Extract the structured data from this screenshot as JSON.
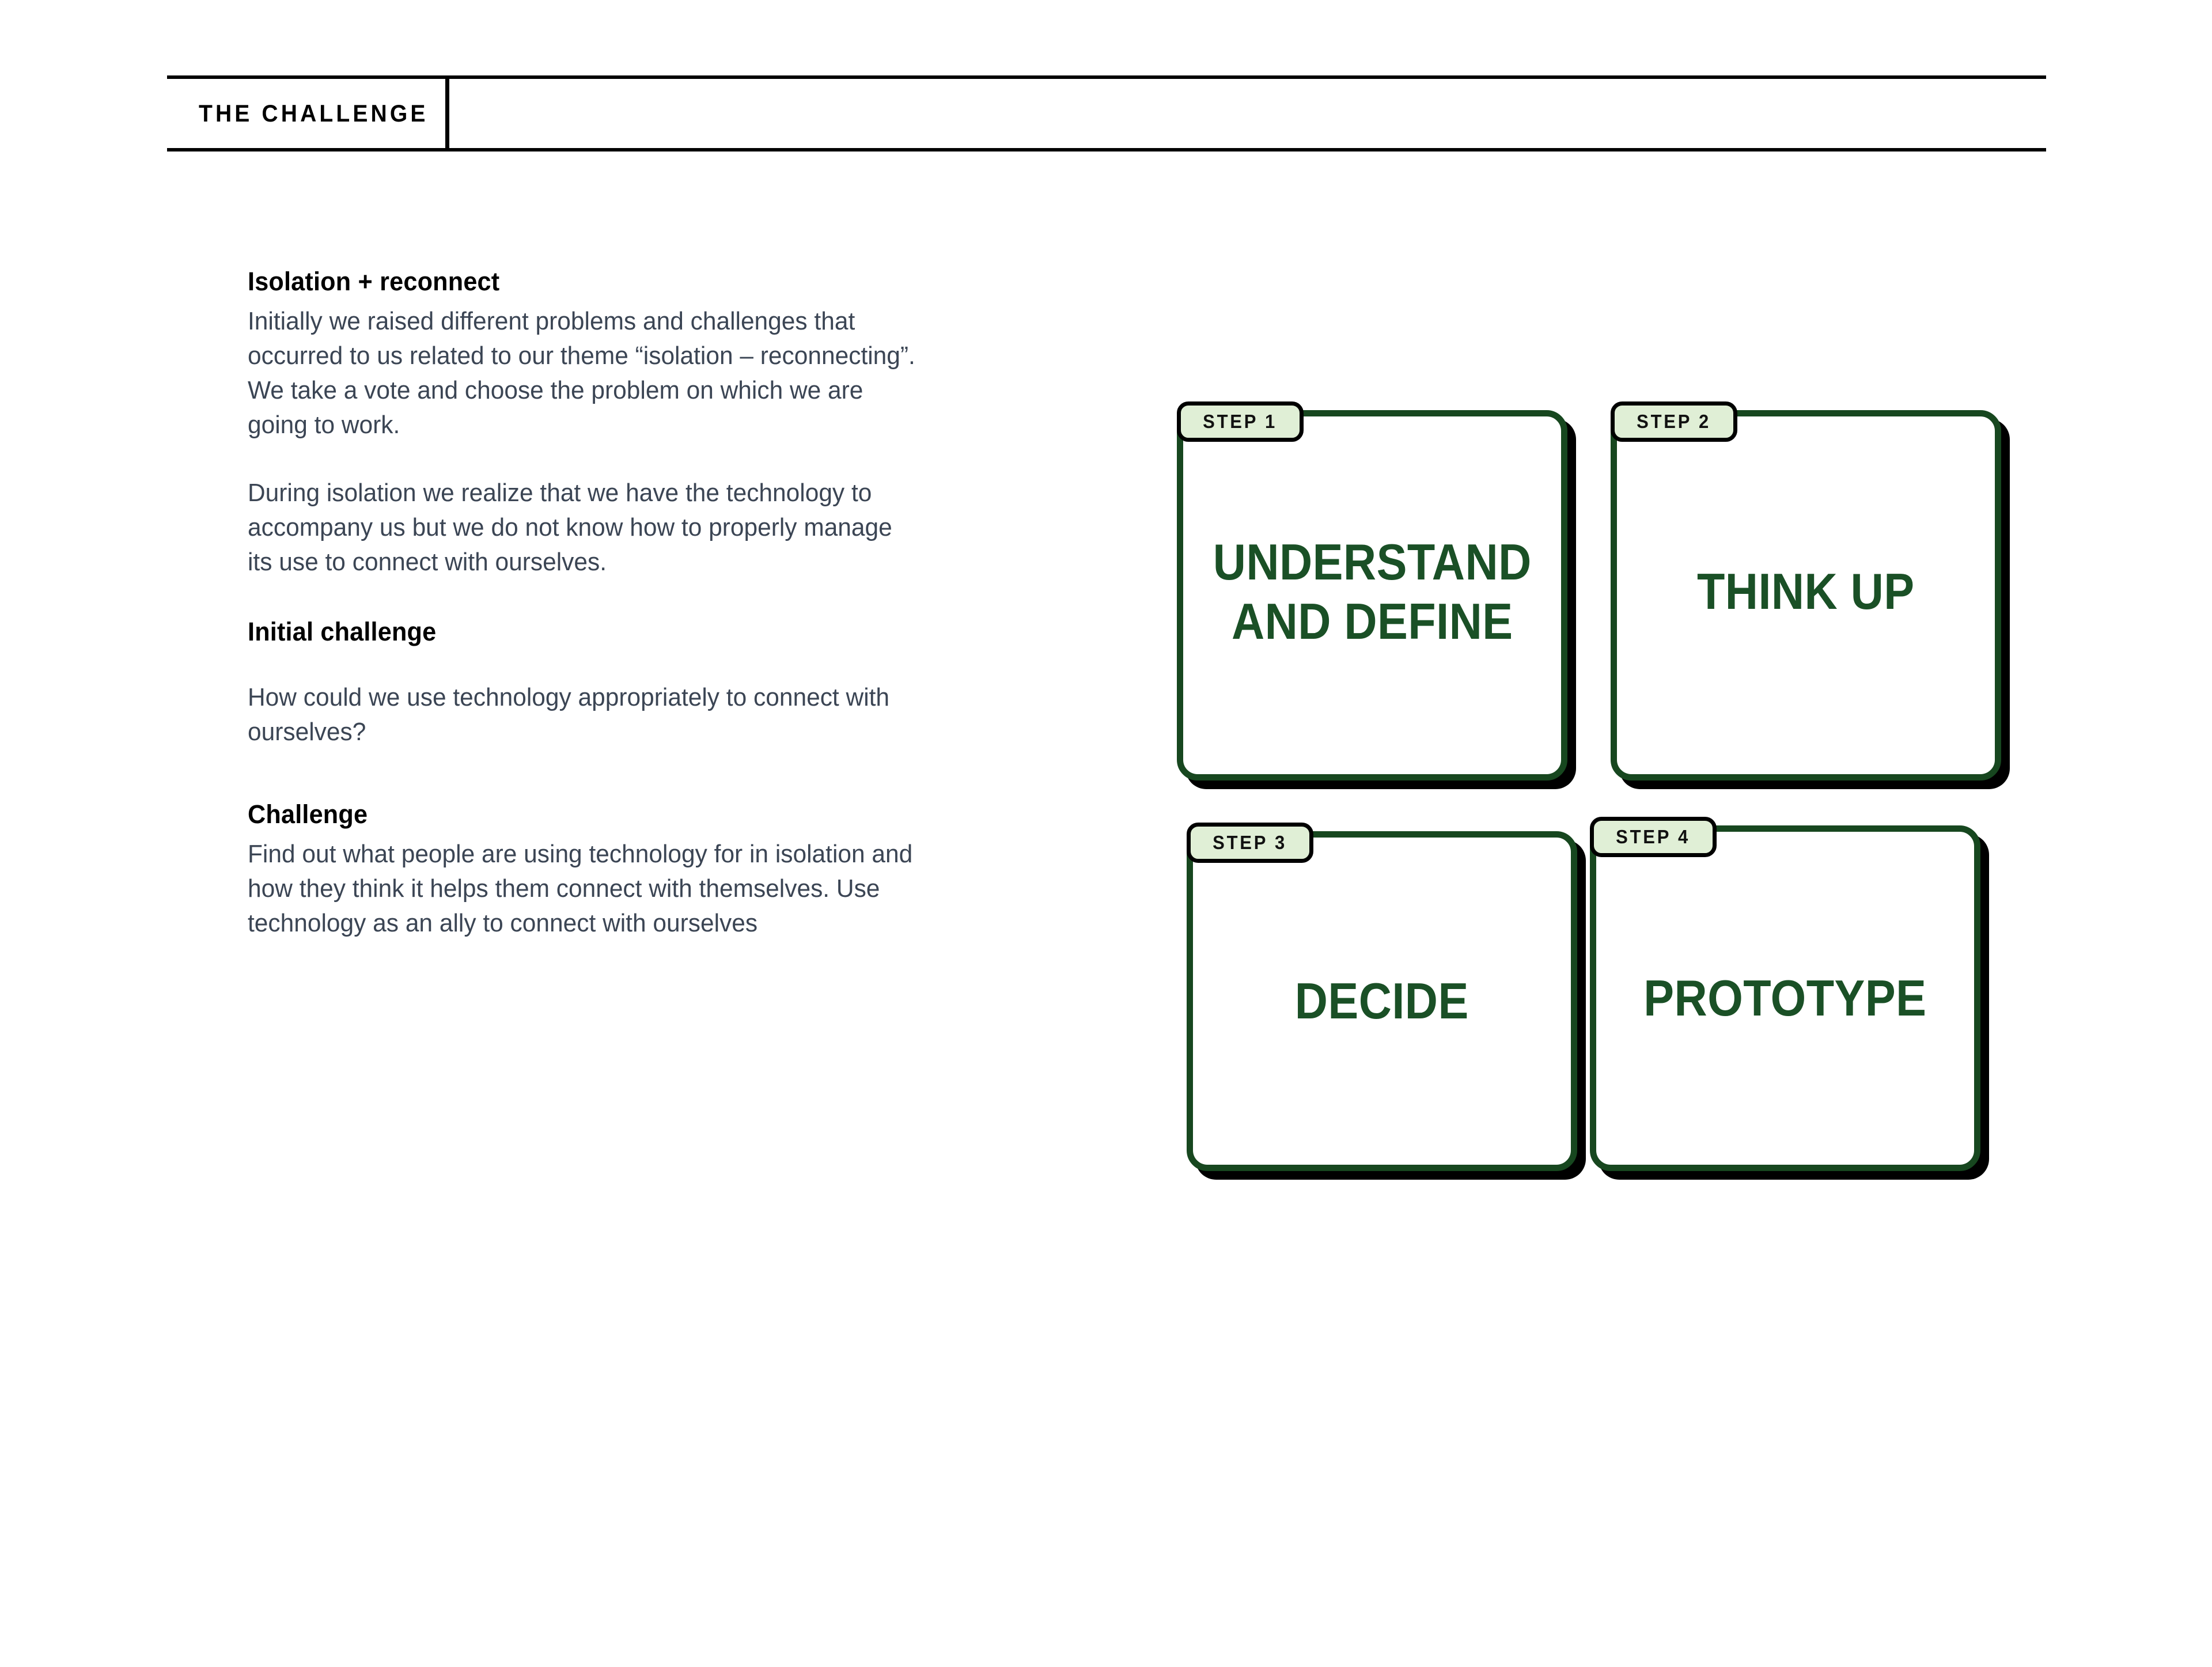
{
  "header": {
    "label": "THE CHALLENGE"
  },
  "sections": [
    {
      "heading": "Isolation + reconnect",
      "paragraphs": [
        "Initially we raised different problems and challenges that occurred to us related to our theme “isolation – reconnecting”. We take a vote and choose the problem on which we are going to work.",
        "During isolation we realize that we have the technology to accompany us but we do not know how to properly manage its use to connect with ourselves."
      ]
    },
    {
      "heading": "Initial challenge",
      "paragraphs": [
        "How could we use technology appropriately to connect with ourselves?"
      ]
    },
    {
      "heading": "Challenge",
      "paragraphs": [
        "Find out what people are using technology for in isolation and how they think it helps them connect with themselves. Use technology as an ally to connect with ourselves"
      ]
    }
  ],
  "steps": [
    {
      "tab": "STEP 1",
      "title": "UNDERSTAND\nAND DEFINE"
    },
    {
      "tab": "STEP 2",
      "title": "THINK UP"
    },
    {
      "tab": "STEP 3",
      "title": "DECIDE"
    },
    {
      "tab": "STEP 4",
      "title": "PROTOTYPE"
    }
  ],
  "colors": {
    "card_border_green": "#17471F",
    "card_title_green": "#1A5026",
    "tab_fill_green": "#E0EFD6",
    "tab_border_black": "#000000",
    "body_text": "#3B4554",
    "heading_text": "#000000",
    "page_background": "#FFFFFF"
  }
}
